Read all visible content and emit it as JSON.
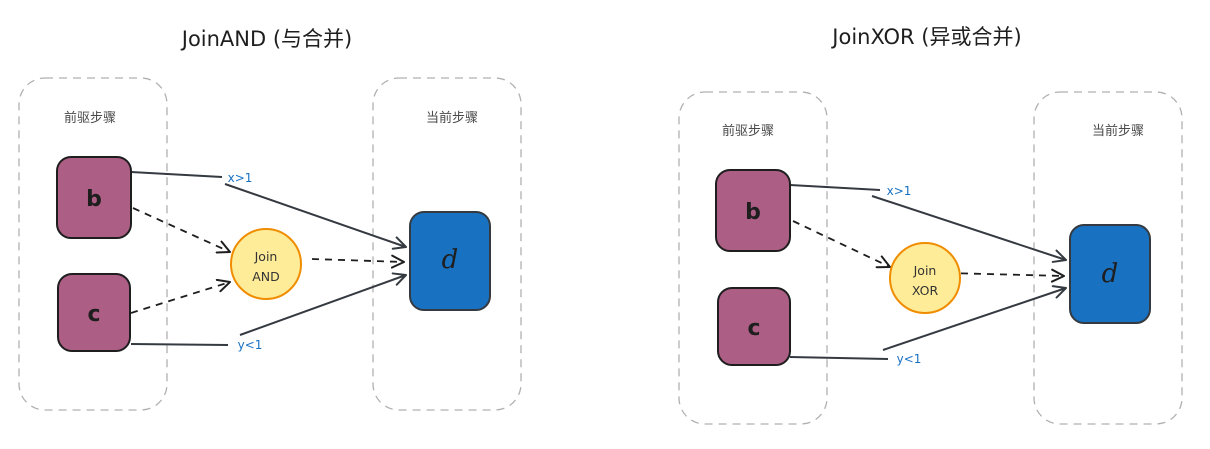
{
  "colors": {
    "predecessor_fill": "#ad5e85",
    "current_fill": "#1971c2",
    "join_fill": "#ffec99",
    "join_stroke": "#f08c00",
    "node_stroke": "#1e1e1e",
    "edge_stroke": "#343a40",
    "group_stroke": "#b0b0b0",
    "edge_label": "#1971c2"
  },
  "diagrams": [
    {
      "title": "JoinAND (与合并)",
      "predecessor_group_label": "前驱步骤",
      "current_group_label": "当前步骤",
      "nodes": {
        "b": "b",
        "c": "c",
        "d": "d"
      },
      "join": {
        "line1": "Join",
        "line2": "AND"
      },
      "edges": [
        {
          "from": "b",
          "to": "d",
          "style": "solid",
          "label": "x>1"
        },
        {
          "from": "c",
          "to": "d",
          "style": "solid",
          "label": "y<1"
        },
        {
          "from": "b",
          "to": "join",
          "style": "dashed",
          "label": ""
        },
        {
          "from": "c",
          "to": "join",
          "style": "dashed",
          "label": ""
        },
        {
          "from": "join",
          "to": "d",
          "style": "dashed",
          "label": ""
        }
      ]
    },
    {
      "title": "JoinXOR (异或合并)",
      "predecessor_group_label": "前驱步骤",
      "current_group_label": "当前步骤",
      "nodes": {
        "b": "b",
        "c": "c",
        "d": "d"
      },
      "join": {
        "line1": "Join",
        "line2": "XOR"
      },
      "edges": [
        {
          "from": "b",
          "to": "d",
          "style": "solid",
          "label": "x>1"
        },
        {
          "from": "c",
          "to": "d",
          "style": "solid",
          "label": "y<1"
        },
        {
          "from": "b",
          "to": "join",
          "style": "dashed",
          "label": ""
        },
        {
          "from": "join",
          "to": "d",
          "style": "dashed",
          "label": ""
        }
      ]
    }
  ]
}
